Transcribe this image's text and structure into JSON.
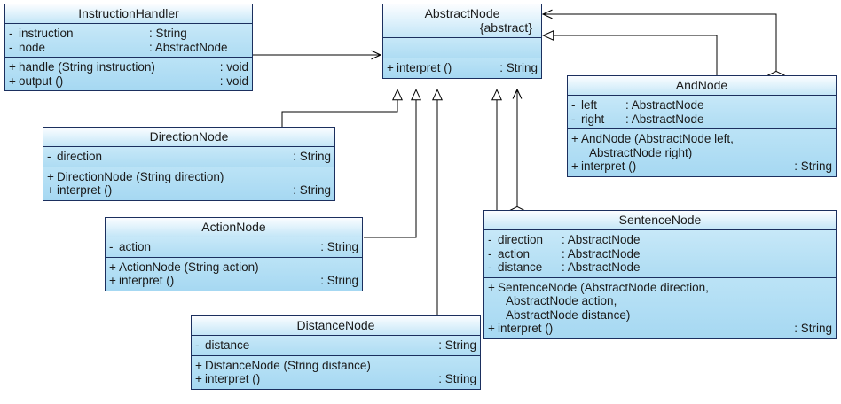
{
  "diagram": {
    "type": "uml-class-diagram",
    "title": "Interpreter pattern node hierarchy",
    "colors": {
      "fill": "#b9e2f5",
      "title_fill_top": "#fbfdff",
      "title_fill_bottom": "#c4e6f7",
      "border": "#1b2f5e",
      "line": "#000000",
      "background": "#ffffff"
    }
  },
  "classes": {
    "instruction_handler": {
      "name": "InstructionHandler",
      "attributes": [
        {
          "visibility": "-",
          "name": "instruction",
          "type": ": String"
        },
        {
          "visibility": "-",
          "name": "node",
          "type": ": AbstractNode"
        }
      ],
      "operations": [
        {
          "visibility": "+",
          "name": "handle (String instruction)",
          "type": ": void"
        },
        {
          "visibility": "+",
          "name": "output ()",
          "type": ": void"
        }
      ]
    },
    "abstract_node": {
      "name": "AbstractNode",
      "stereotype": "{abstract}",
      "attributes": [],
      "operations": [
        {
          "visibility": "+",
          "name": "interpret ()",
          "type": ": String"
        }
      ]
    },
    "and_node": {
      "name": "AndNode",
      "attributes": [
        {
          "visibility": "-",
          "name": "left",
          "type": ": AbstractNode"
        },
        {
          "visibility": "-",
          "name": "right",
          "type": ": AbstractNode"
        }
      ],
      "operations": [
        {
          "visibility": "+",
          "name": "AndNode (AbstractNode left,",
          "type": ""
        },
        {
          "visibility": "",
          "name": "AbstractNode right)",
          "type": ""
        },
        {
          "visibility": "+",
          "name": "interpret ()",
          "type": ": String"
        }
      ]
    },
    "direction_node": {
      "name": "DirectionNode",
      "attributes": [
        {
          "visibility": "-",
          "name": "direction",
          "type": ": String"
        }
      ],
      "operations": [
        {
          "visibility": "+",
          "name": "DirectionNode (String direction)",
          "type": ""
        },
        {
          "visibility": "+",
          "name": "interpret ()",
          "type": ": String"
        }
      ]
    },
    "action_node": {
      "name": "ActionNode",
      "attributes": [
        {
          "visibility": "-",
          "name": "action",
          "type": ": String"
        }
      ],
      "operations": [
        {
          "visibility": "+",
          "name": "ActionNode (String action)",
          "type": ""
        },
        {
          "visibility": "+",
          "name": "interpret ()",
          "type": ": String"
        }
      ]
    },
    "distance_node": {
      "name": "DistanceNode",
      "attributes": [
        {
          "visibility": "-",
          "name": "distance",
          "type": ": String"
        }
      ],
      "operations": [
        {
          "visibility": "+",
          "name": "DistanceNode (String distance)",
          "type": ""
        },
        {
          "visibility": "+",
          "name": "interpret ()",
          "type": ": String"
        }
      ]
    },
    "sentence_node": {
      "name": "SentenceNode",
      "attributes": [
        {
          "visibility": "-",
          "name": "direction",
          "type": ": AbstractNode"
        },
        {
          "visibility": "-",
          "name": "action",
          "type": ": AbstractNode"
        },
        {
          "visibility": "-",
          "name": "distance",
          "type": ": AbstractNode"
        }
      ],
      "operations": [
        {
          "visibility": "+",
          "name": "SentenceNode (AbstractNode direction,",
          "type": ""
        },
        {
          "visibility": "",
          "name": "AbstractNode action,",
          "type": ""
        },
        {
          "visibility": "",
          "name": "AbstractNode distance)",
          "type": ""
        },
        {
          "visibility": "+",
          "name": "interpret ()",
          "type": ": String"
        }
      ]
    }
  },
  "relationships": [
    {
      "kind": "association",
      "from": "InstructionHandler",
      "to": "AbstractNode",
      "arrow": "open-arrow"
    },
    {
      "kind": "generalization",
      "from": "DirectionNode",
      "to": "AbstractNode",
      "arrow": "hollow-triangle"
    },
    {
      "kind": "generalization",
      "from": "ActionNode",
      "to": "AbstractNode",
      "arrow": "hollow-triangle"
    },
    {
      "kind": "generalization",
      "from": "DistanceNode",
      "to": "AbstractNode",
      "arrow": "hollow-triangle"
    },
    {
      "kind": "generalization",
      "from": "SentenceNode",
      "to": "AbstractNode",
      "arrow": "hollow-triangle"
    },
    {
      "kind": "generalization",
      "from": "AndNode",
      "to": "AbstractNode",
      "arrow": "hollow-triangle"
    },
    {
      "kind": "aggregation",
      "from": "SentenceNode",
      "to": "AbstractNode",
      "arrow": "open-arrow",
      "diamond": "hollow"
    },
    {
      "kind": "aggregation",
      "from": "AndNode",
      "to": "AbstractNode",
      "arrow": "open-arrow",
      "diamond": "hollow"
    }
  ]
}
